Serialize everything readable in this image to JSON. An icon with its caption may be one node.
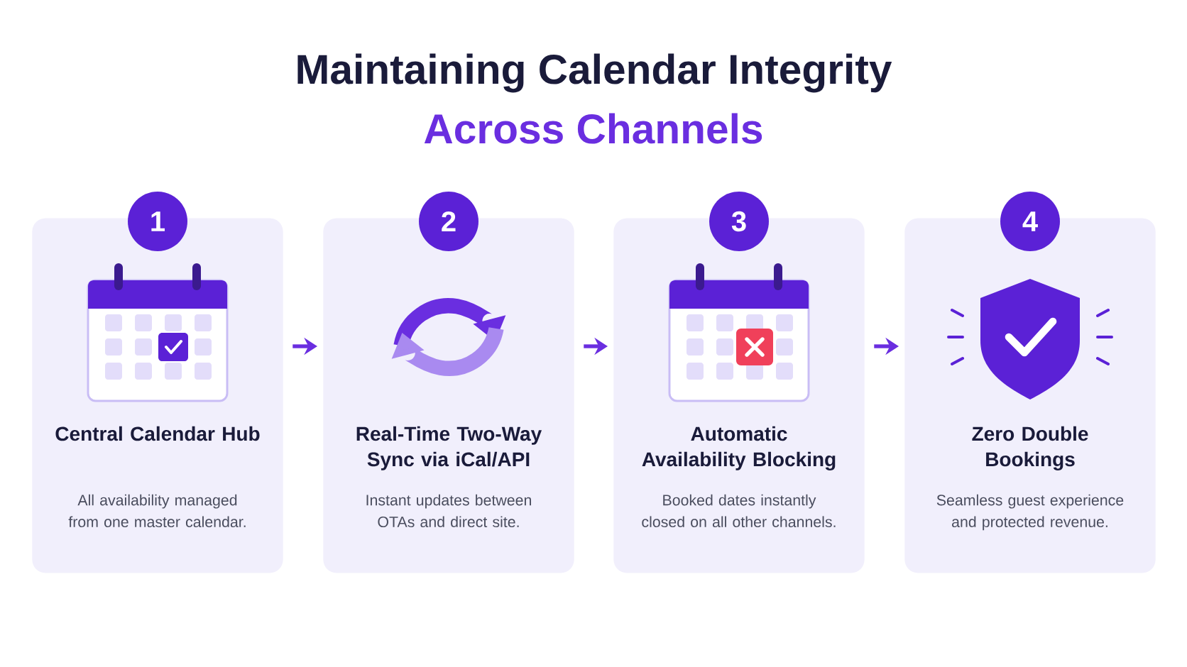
{
  "diagram": {
    "title": "Maintaining Calendar Integrity",
    "nodes": [
      {
        "text": [
          "1",
          "Central Calendar Hub",
          "All availability managed from one master calendar."
        ]
      },
      {
        "text": [
          "2",
          "Real-Time Two-Way Sync via iCal/API",
          "Instant updates between OTAs and direct site."
        ]
      },
      {
        "text": [
          "3",
          "Automatic Availability Blocking",
          "Booked dates instantly closed on all other channels."
        ]
      },
      {
        "text": [
          "4",
          "Zero Double Bookings",
          "Seamless guest experience and protected revenue."
        ]
      }
    ],
    "edges": [
      {
        "from": 0,
        "to": 1,
        "arrow": "to"
      },
      {
        "from": 1,
        "to": 2,
        "arrow": "to"
      },
      {
        "from": 2,
        "to": 3,
        "arrow": "to"
      }
    ],
    "labels": [
      "Across Channels"
    ]
  }
}
